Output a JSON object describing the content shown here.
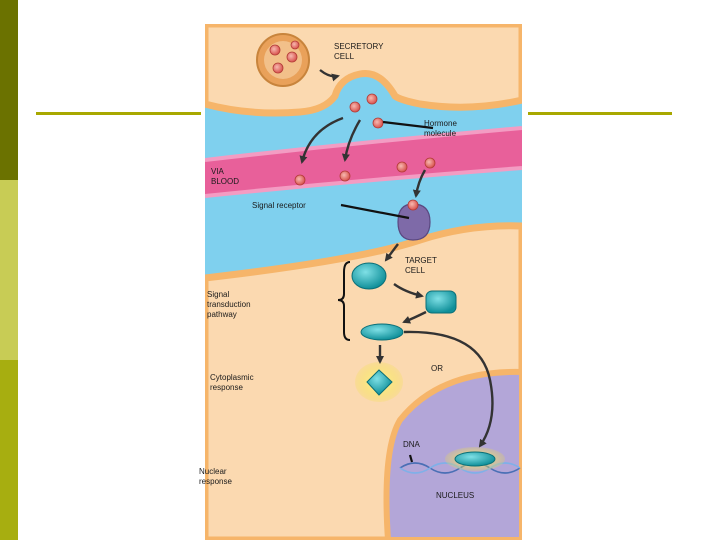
{
  "colors": {
    "bar_dark": "#6b7200",
    "bar_light": "#c8cc55",
    "bar_mid": "#a7ae10",
    "rule": "#a8a800",
    "cytoplasm": "#fbd9b0",
    "membrane": "#f6b56a",
    "blood_bg": "#7fd0ee",
    "vessel": "#e8609a",
    "receptor": "#7e6aa8",
    "relay": "#1aa6b0",
    "nucleus": "#b3a6d8"
  },
  "icons": {
    "hormone": "hormone-molecule-icon",
    "receptor": "signal-receptor-icon",
    "relay": "relay-protein-icon",
    "dna": "dna-helix-icon"
  },
  "labels": {
    "secretory_cell": "SECRETORY\nCELL",
    "hormone_molecule": "Hormone\nmolecule",
    "via_blood": "VIA\nBLOOD",
    "signal_receptor": "Signal receptor",
    "target_cell": "TARGET\nCELL",
    "signal_transduction": "Signal\ntransduction\npathway",
    "or": "OR",
    "cytoplasmic_response": "Cytoplasmic\nresponse",
    "dna": "DNA",
    "nuclear_response": "Nuclear\nresponse",
    "nucleus": "NUCLEUS"
  }
}
